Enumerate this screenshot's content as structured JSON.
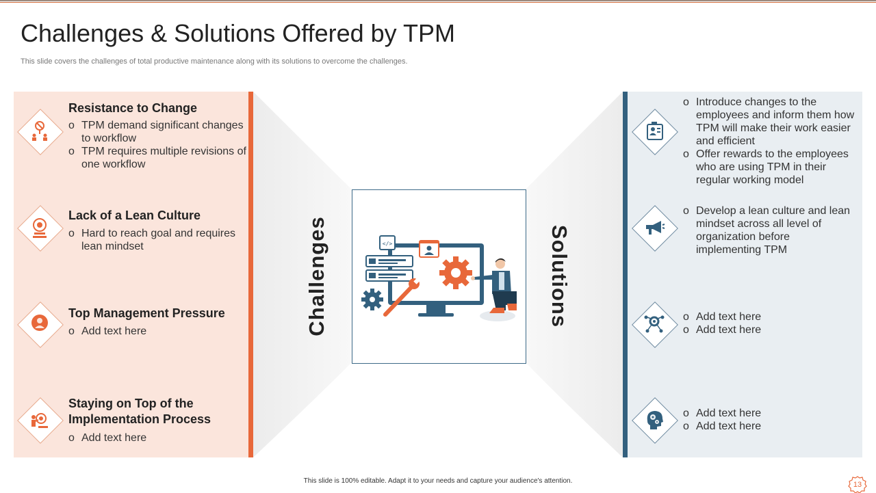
{
  "title": "Challenges & Solutions Offered by TPM",
  "subtitle": "This slide covers the challenges of total productive maintenance along with its solutions to overcome the challenges.",
  "center": {
    "left_label": "Challenges",
    "right_label": "Solutions"
  },
  "challenges": [
    {
      "title": "Resistance to Change",
      "icon": "protest-icon",
      "bullets": [
        "TPM demand significant changes to workflow",
        "TPM requires multiple revisions of one workflow"
      ]
    },
    {
      "title": "Lack of a Lean Culture",
      "icon": "culture-icon",
      "bullets": [
        "Hard to reach goal and requires lean mindset"
      ]
    },
    {
      "title": "Top Management Pressure",
      "icon": "pressure-icon",
      "bullets": [
        "Add text here"
      ]
    },
    {
      "title": "Staying on Top of the Implementation Process",
      "icon": "process-icon",
      "bullets": [
        "Add text here"
      ]
    }
  ],
  "solutions": [
    {
      "icon": "employee-id-icon",
      "bullets": [
        "Introduce changes to the employees and inform them how TPM will make their work easier and efficient",
        "Offer rewards to the employees who are using TPM in their regular working model"
      ]
    },
    {
      "icon": "megaphone-icon",
      "bullets": [
        "Develop a lean culture and lean mindset across all level of organization before implementing TPM"
      ]
    },
    {
      "icon": "network-gear-icon",
      "bullets": [
        "Add text here",
        "Add text here"
      ]
    },
    {
      "icon": "head-gears-icon",
      "bullets": [
        "Add text here",
        "Add text here"
      ]
    }
  ],
  "footer": "This slide is 100% editable. Adapt it to your needs and capture your audience's attention.",
  "page_number": "13",
  "colors": {
    "accent_orange": "#e8683a",
    "accent_blue": "#33607e",
    "left_panel": "#fbe5dc",
    "right_panel": "#e9eef2"
  }
}
